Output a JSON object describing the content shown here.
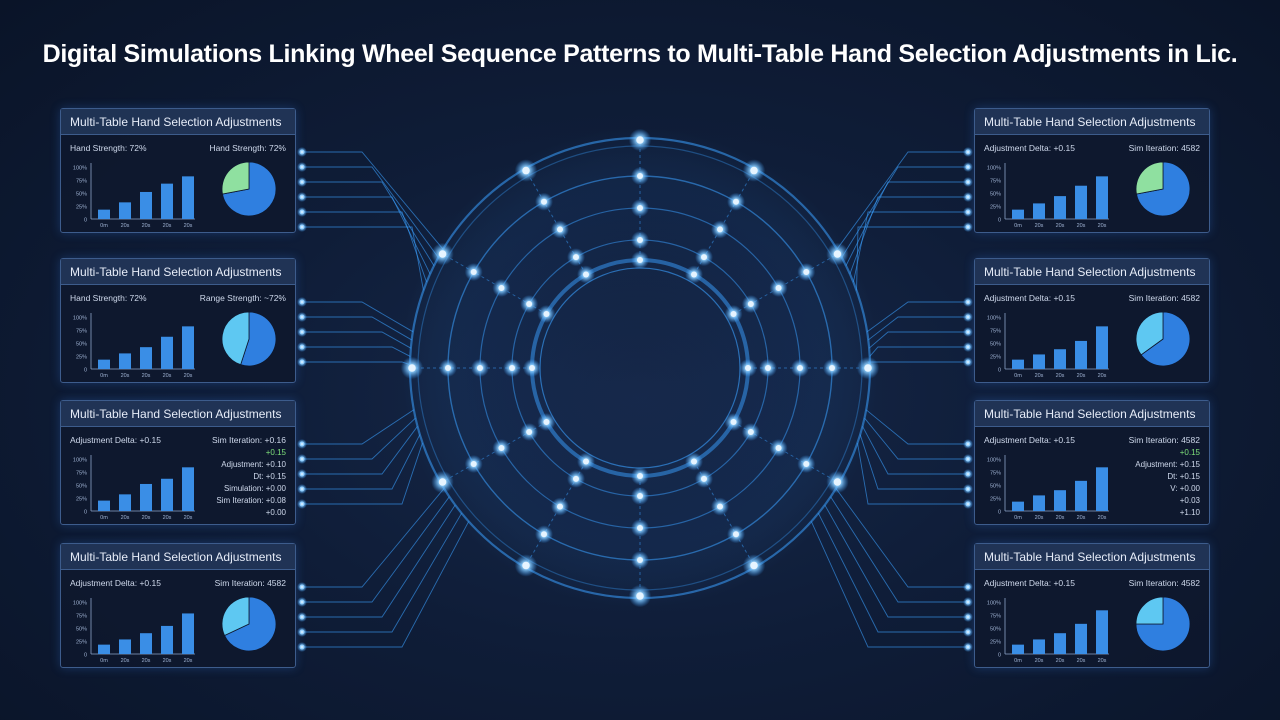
{
  "title": "Digital Simulations Linking Wheel Sequence Patterns to Multi-Table Hand Selection Adjustments in Lic.",
  "colors": {
    "background": "#0f1d38",
    "accent": "#3aa0ff",
    "bar": "#3a8ee6",
    "pie_primary": "#2f7fe0",
    "pie_secondary": "#5ec8f2",
    "pie_highlight": "#8fe0a0",
    "positive": "#7ee07a"
  },
  "chart_ticks": {
    "y": [
      "100%",
      "75%",
      "50%",
      "25%",
      "0"
    ],
    "x": [
      "0m",
      "20s",
      "20s",
      "20s",
      "20s"
    ]
  },
  "panels": [
    {
      "header": "Multi-Table Hand Selection Adjustments",
      "metric_left": "Hand Strength: 72%",
      "metric_right": "Hand Strength: 72%",
      "bars": [
        18,
        32,
        52,
        68,
        82
      ],
      "pie": [
        0.72,
        0.28
      ],
      "extras": []
    },
    {
      "header": "Multi-Table Hand Selection Adjustments",
      "metric_left": "Hand Strength: 72%",
      "metric_right": "Range Strength: ~72%",
      "bars": [
        18,
        30,
        42,
        62,
        82
      ],
      "pie": [
        0.55,
        0.45
      ],
      "extras": []
    },
    {
      "header": "Multi-Table Hand Selection Adjustments",
      "metric_left": "Adjustment Delta: +0.15",
      "metric_right": "Sim Iteration: +0.16",
      "bars": [
        20,
        32,
        52,
        62,
        84
      ],
      "pie": null,
      "extras": [
        {
          "text": "+0.15",
          "green": true
        },
        {
          "text": "Adjustment: +0.10",
          "green": false
        },
        {
          "text": "Dt: +0.15",
          "green": false
        },
        {
          "text": "Simulation: +0.00",
          "green": false
        },
        {
          "text": "Sim Iteration: +0.08",
          "green": false
        },
        {
          "text": "+0.00",
          "green": false
        }
      ]
    },
    {
      "header": "Multi-Table Hand Selection Adjustments",
      "metric_left": "Adjustment Delta: +0.15",
      "metric_right": "Sim Iteration: 4582",
      "bars": [
        18,
        28,
        40,
        54,
        78
      ],
      "pie": [
        0.68,
        0.32
      ],
      "extras": []
    },
    {
      "header": "Multi-Table Hand Selection Adjustments",
      "metric_left": "Adjustment Delta: +0.15",
      "metric_right": "Sim Iteration: 4582",
      "bars": [
        18,
        30,
        44,
        64,
        82
      ],
      "pie": [
        0.72,
        0.28
      ],
      "extras": []
    },
    {
      "header": "Multi-Table Hand Selection Adjustments",
      "metric_left": "Adjustment Delta: +0.15",
      "metric_right": "Sim Iteration: 4582",
      "bars": [
        18,
        28,
        38,
        54,
        82
      ],
      "pie": [
        0.65,
        0.35
      ],
      "extras": []
    },
    {
      "header": "Multi-Table Hand Selection Adjustments",
      "metric_left": "Adjustment Delta: +0.15",
      "metric_right": "Sim Iteration: 4582",
      "bars": [
        18,
        30,
        40,
        58,
        84
      ],
      "pie": null,
      "extras": [
        {
          "text": "+0.15",
          "green": true
        },
        {
          "text": "Adjustment: +0.15",
          "green": false
        },
        {
          "text": "Dt: +0.15",
          "green": false
        },
        {
          "text": "V: +0.00",
          "green": false
        },
        {
          "text": "+0.03",
          "green": false
        },
        {
          "text": "+1.10",
          "green": false
        }
      ]
    },
    {
      "header": "Multi-Table Hand Selection Adjustments",
      "metric_left": "Adjustment Delta: +0.15",
      "metric_right": "Sim Iteration: 4582",
      "bars": [
        18,
        28,
        40,
        58,
        84
      ],
      "pie": [
        0.75,
        0.25
      ],
      "extras": []
    }
  ]
}
